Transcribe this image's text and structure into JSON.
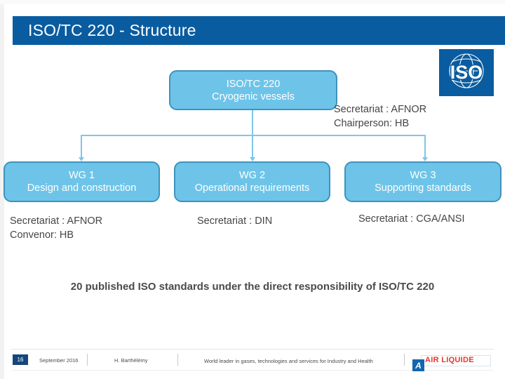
{
  "slide": {
    "title": "ISO/TC 220 - Structure",
    "title_bar_color": "#0a5ca0",
    "node_fill_color": "#6ec4e8",
    "node_border_color": "#3e93bd",
    "connector_color": "#7fc6e8"
  },
  "logos": {
    "iso": {
      "name": "iso-logo",
      "wordmark": "ISO",
      "background": "#0a5ca0"
    },
    "air_liquide": {
      "name": "air-liquide-logo",
      "mark": "A",
      "wordmark": "AIR LIQUIDE",
      "mark_color": "#1466ae",
      "word_color": "#e8352c"
    }
  },
  "chart": {
    "root": {
      "line1": "ISO/TC 220",
      "line2": "Cryogenic vessels",
      "caption": "Secretariat : AFNOR\nChairperson: HB"
    },
    "children": [
      {
        "line1": "WG 1",
        "line2": "Design and construction",
        "caption": "Secretariat : AFNOR\nConvenor: HB"
      },
      {
        "line1": "WG 2",
        "line2": "Operational requirements",
        "caption": "Secretariat : DIN"
      },
      {
        "line1": "WG 3",
        "line2": "Supporting standards",
        "caption": "Secretariat : CGA/ANSI"
      }
    ]
  },
  "statement": "20 published ISO standards under the direct responsibility of ISO/TC 220",
  "footer": {
    "page_number": "16",
    "date": "September 2016",
    "author": "H. Barthélémy",
    "slogan": "World leader in gases, technologies and services for Industry and Health"
  }
}
